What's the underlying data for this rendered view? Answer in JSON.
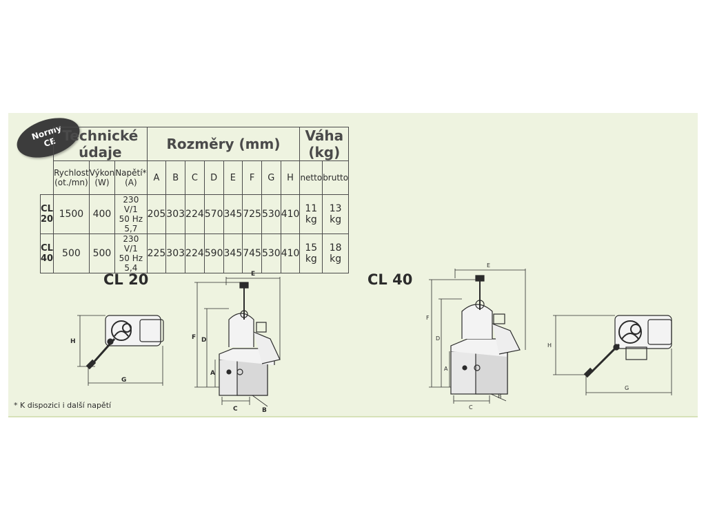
{
  "badge": {
    "line1": "Normy",
    "line2": "CE"
  },
  "table": {
    "group_headers": {
      "tech": "Technické údaje",
      "dims": "Rozměry (mm)",
      "weight": "Váha (kg)"
    },
    "sub_headers": {
      "speed_line1": "Rychlost",
      "speed_line2": "(ot./mn)",
      "power_line1": "Výkon",
      "power_line2": "(W)",
      "voltage_line1": "Napětí*",
      "voltage_line2": "(A)",
      "A": "A",
      "B": "B",
      "C": "C",
      "D": "D",
      "E": "E",
      "F": "F",
      "G": "G",
      "H": "H",
      "netto": "netto",
      "brutto": "brutto"
    },
    "rows": [
      {
        "model": "CL 20",
        "speed": "1500",
        "power": "400",
        "voltage_line1": "230 V/1",
        "voltage_line2": "50 Hz  5,7",
        "A": "205",
        "B": "303",
        "C": "224",
        "D": "570",
        "E": "345",
        "F": "725",
        "G": "530",
        "H": "410",
        "netto": "11 kg",
        "brutto": "13 kg"
      },
      {
        "model": "CL 40",
        "speed": "500",
        "power": "500",
        "voltage_line1": "230 V/1",
        "voltage_line2": "50 Hz 5,4",
        "A": "225",
        "B": "303",
        "C": "224",
        "D": "590",
        "E": "345",
        "F": "745",
        "G": "530",
        "H": "410",
        "netto": "15 kg",
        "brutto": "18 kg"
      }
    ]
  },
  "drawings": {
    "cl20_title": "CL 20",
    "cl40_title": "CL 40",
    "labels": {
      "A": "A",
      "B": "B",
      "C": "C",
      "D": "D",
      "E": "E",
      "F": "F",
      "G": "G",
      "H": "H"
    }
  },
  "footnote": "* K dispozici i další napětí",
  "colors": {
    "panel": "#eef3e0",
    "badge": "#3c3c3c",
    "lines": "#4a4a4a"
  }
}
